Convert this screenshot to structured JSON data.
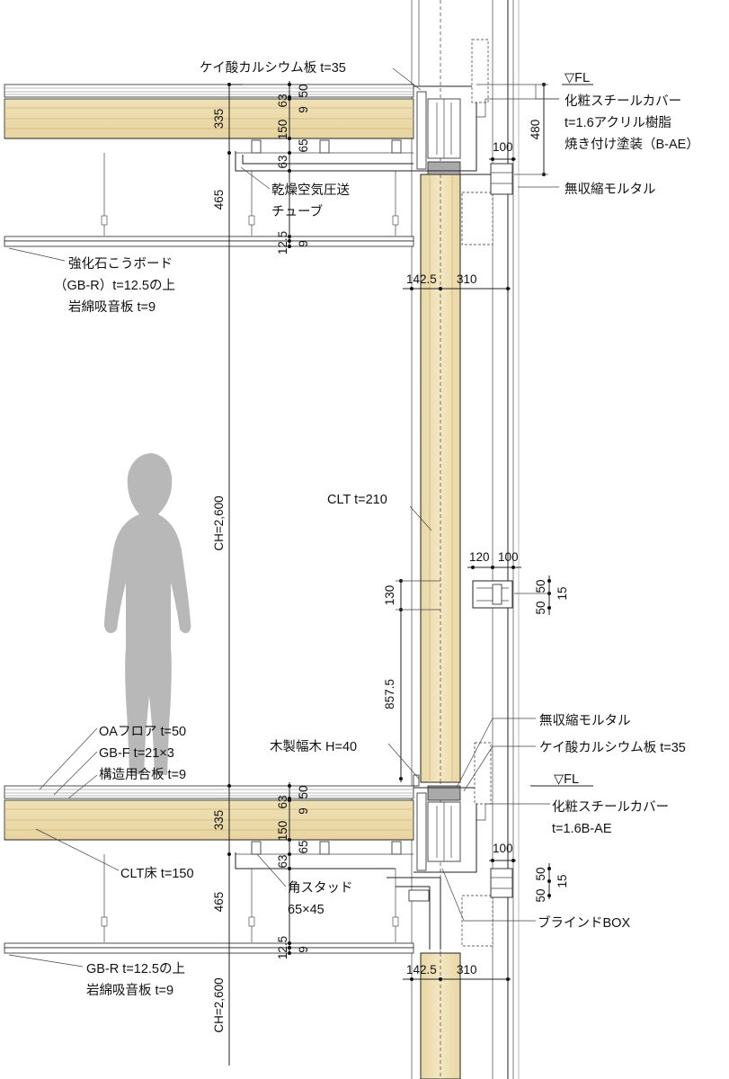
{
  "labels": {
    "keisan_top": "ケイ酸カルシウム板 t=35",
    "fl_top": "▽FL",
    "cover_top_1": "化粧スチールカバー",
    "cover_top_2": "t=1.6アクリル樹脂",
    "cover_top_3": "焼き付け塗装（B-AE）",
    "mortar_top": "無収縮モルタル",
    "tube_1": "乾燥空気圧送",
    "tube_2": "チューブ",
    "gb_top_1": "強化石こうボード",
    "gb_top_2": "（GB-R）t=12.5の上",
    "gb_top_3": "岩綿吸音板 t=9",
    "clt": "CLT t=210",
    "mortar_bottom": "無収縮モルタル",
    "baseboard": "木製幅木 H=40",
    "keisan_bottom": "ケイ酸カルシウム板 t=35",
    "oa": "OAフロア t=50",
    "gbf": "GB-F t=21×3",
    "plywood": "構造用合板 t=9",
    "fl_bottom": "▽FL",
    "cover_bottom_1": "化粧スチールカバー",
    "cover_bottom_2": "t=1.6B-AE",
    "clt_floor": "CLT床 t=150",
    "stud_1": "角スタッド",
    "stud_2": "65×45",
    "blind": "ブラインドBOX",
    "gb_bottom_1": "GB-R t=12.5の上",
    "gb_bottom_2": "岩綿吸音板 t=9"
  },
  "dimensions": {
    "d335_top": "335",
    "d465_top": "465",
    "d63a_top": "63",
    "d50_top": "50",
    "d9_top": "9",
    "d150_top": "150",
    "d65_top": "65",
    "d63b_top": "63",
    "d12_5_top": "12.5",
    "d9b_top": "9",
    "d100_top": "100",
    "d480_top": "480",
    "d142_5_top": "142.5",
    "d310_top": "310",
    "ch_top": "CH=2,600",
    "d120_mid": "120",
    "d100_mid": "100",
    "d50a_mid": "50",
    "d15_mid": "15",
    "d50b_mid": "50",
    "d130": "130",
    "d857_5": "857.5",
    "d335_bottom": "335",
    "d465_bottom": "465",
    "d63a_bottom": "63",
    "d50_bottom": "50",
    "d9_bottom": "9",
    "d150_bottom": "150",
    "d65_bottom": "65",
    "d63b_bottom": "63",
    "d12_5_bottom": "12.5",
    "d9b_bottom": "9",
    "d100_bottom": "100",
    "d50a_bottom": "50",
    "d15_bottom": "15",
    "d50b_bottom": "50",
    "d142_5_bottom": "142.5",
    "d310_bottom": "310",
    "ch_bottom": "CH=2,600"
  },
  "colors": {
    "wood": "#efe1b6",
    "wood_line": "#c9a96a",
    "silhouette": "#b8b8b8",
    "mortar": "#a9a9a9",
    "line": "#222222"
  }
}
